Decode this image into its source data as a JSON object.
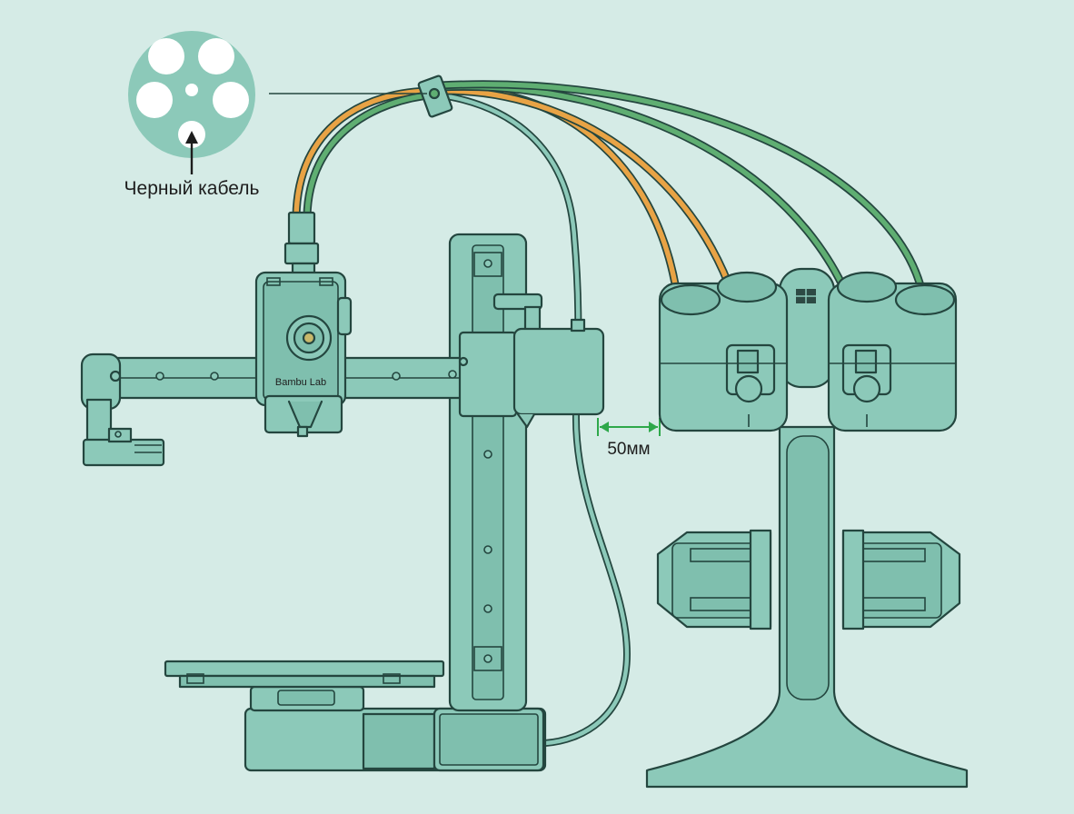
{
  "diagram": {
    "inset_label": "Черный кабель",
    "brand_label": "Bambu Lab",
    "dimension_label": "50мм"
  },
  "colors": {
    "background": "#d5ebe6",
    "machine_fill": "#8cc9b9",
    "outline": "#24463f",
    "orange_tube": "#e8a345",
    "green_tube": "#5fae72",
    "dimension": "#2ea84a"
  },
  "parts": [
    "cable-hub-inset",
    "tube-bundle",
    "print-head",
    "x-axis-gantry",
    "z-axis-column",
    "print-bed",
    "printer-base",
    "ams-lite-unit"
  ]
}
